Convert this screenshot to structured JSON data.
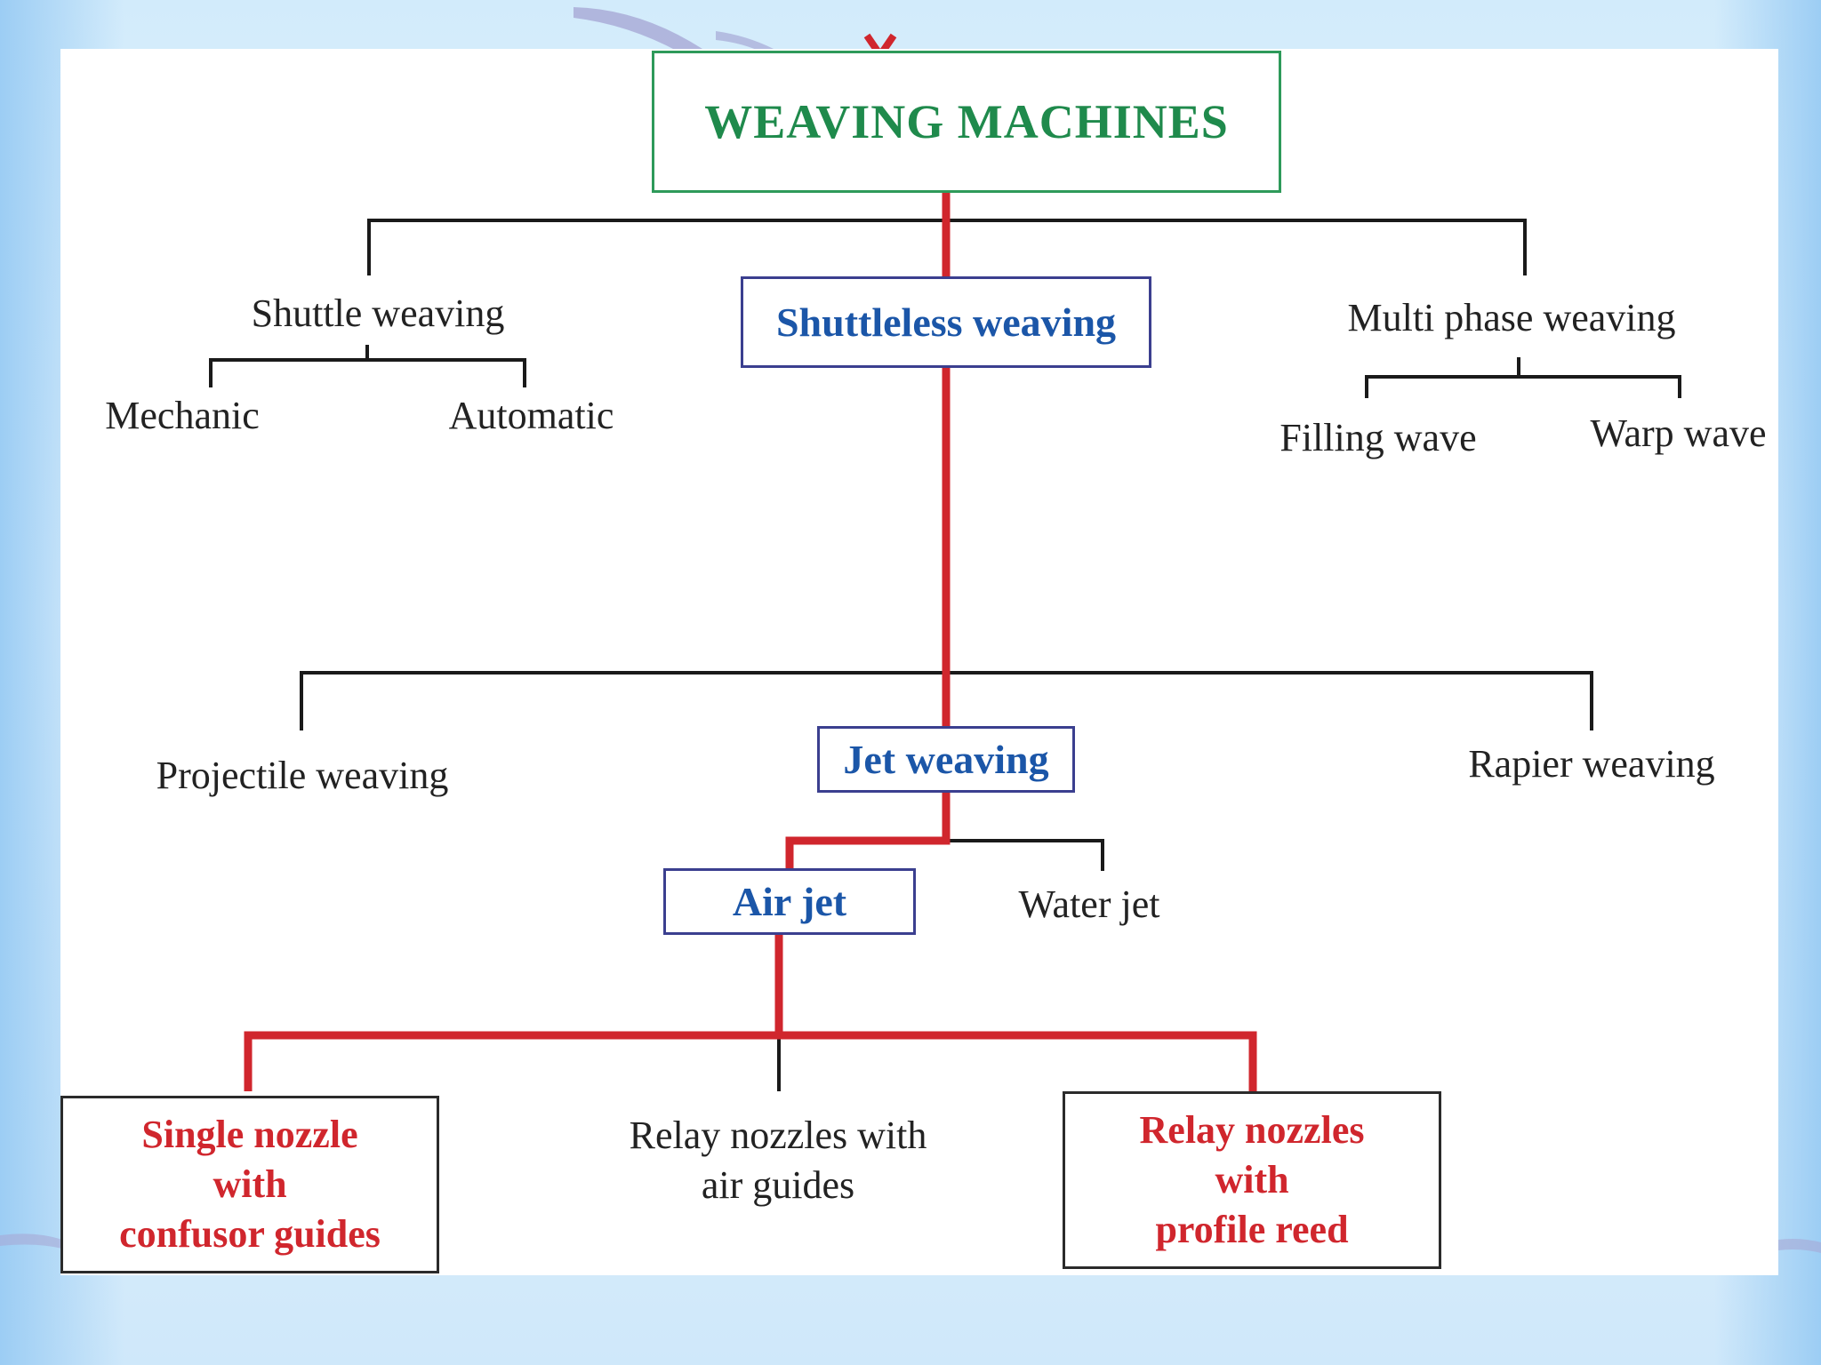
{
  "diagram": {
    "title": "WEAVING MACHINES",
    "level1": {
      "shuttle": "Shuttle weaving",
      "shuttleless": "Shuttleless weaving",
      "multiphase": "Multi phase weaving"
    },
    "shuttle_children": [
      "Mechanic",
      "Automatic"
    ],
    "multiphase_children": [
      "Filling wave",
      "Warp wave"
    ],
    "shuttleless_children": {
      "projectile": "Projectile weaving",
      "jet": "Jet weaving",
      "rapier": "Rapier weaving"
    },
    "jet_children": {
      "air": "Air jet",
      "water": "Water jet"
    },
    "air_children": {
      "single_nozzle": {
        "line1": "Single nozzle",
        "line2": "with",
        "line3": "confusor guides"
      },
      "relay_air_guides": {
        "line1": "Relay nozzles with",
        "line2": "air guides"
      },
      "relay_profile_reed": {
        "line1": "Relay nozzles",
        "line2": "with",
        "line3": "profile reed"
      }
    }
  },
  "colors": {
    "highlight_path": "#d0262d",
    "tree_lines": "#1a1a1a",
    "title_green": "#1f8a4c",
    "node_blue": "#1b56a8",
    "box_border_blue": "#3b3f8f",
    "box_border_green": "#2e9a5a"
  }
}
